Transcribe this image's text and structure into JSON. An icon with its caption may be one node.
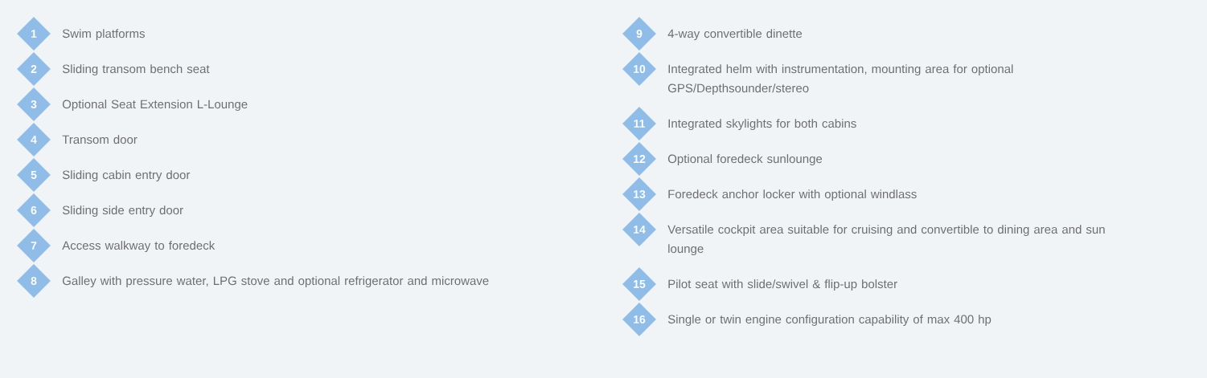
{
  "diagram": {
    "nodes": [
      {
        "text": [
          "1"
        ],
        "beside": [
          "Swim platforms"
        ]
      },
      {
        "text": [
          "2"
        ],
        "beside": [
          "Sliding transom bench seat"
        ]
      },
      {
        "text": [
          "3"
        ],
        "beside": [
          "Optional Seat Extension L-Lounge"
        ]
      },
      {
        "text": [
          "4"
        ],
        "beside": [
          "Transom door"
        ]
      },
      {
        "text": [
          "5"
        ],
        "beside": [
          "Sliding cabin entry door"
        ]
      },
      {
        "text": [
          "6"
        ],
        "beside": [
          "Sliding side entry door"
        ]
      },
      {
        "text": [
          "7"
        ],
        "beside": [
          "Access walkway to foredeck"
        ]
      },
      {
        "text": [
          "8"
        ],
        "beside": [
          "Galley with pressure water, LPG stove and optional refrigerator and microwave"
        ]
      },
      {
        "text": [
          "9"
        ],
        "beside": [
          "4-way convertible dinette"
        ]
      },
      {
        "text": [
          "10"
        ],
        "beside": [
          "Integrated helm with instrumentation, mounting area for optional GPS/Depthsounder/stereo"
        ]
      },
      {
        "text": [
          "11"
        ],
        "beside": [
          "Integrated skylights for both cabins"
        ]
      },
      {
        "text": [
          "12"
        ],
        "beside": [
          "Optional foredeck sunlounge"
        ]
      },
      {
        "text": [
          "13"
        ],
        "beside": [
          "Foredeck anchor locker with optional windlass"
        ]
      },
      {
        "text": [
          "14"
        ],
        "beside": [
          "Versatile cockpit area suitable for cruising and convertible to dining area and sun lounge"
        ]
      },
      {
        "text": [
          "15"
        ],
        "beside": [
          "Pilot seat with slide/swivel & flip-up bolster"
        ]
      },
      {
        "text": [
          "16"
        ],
        "beside": [
          "Single or twin engine configuration capability of max 400 hp"
        ]
      }
    ]
  }
}
